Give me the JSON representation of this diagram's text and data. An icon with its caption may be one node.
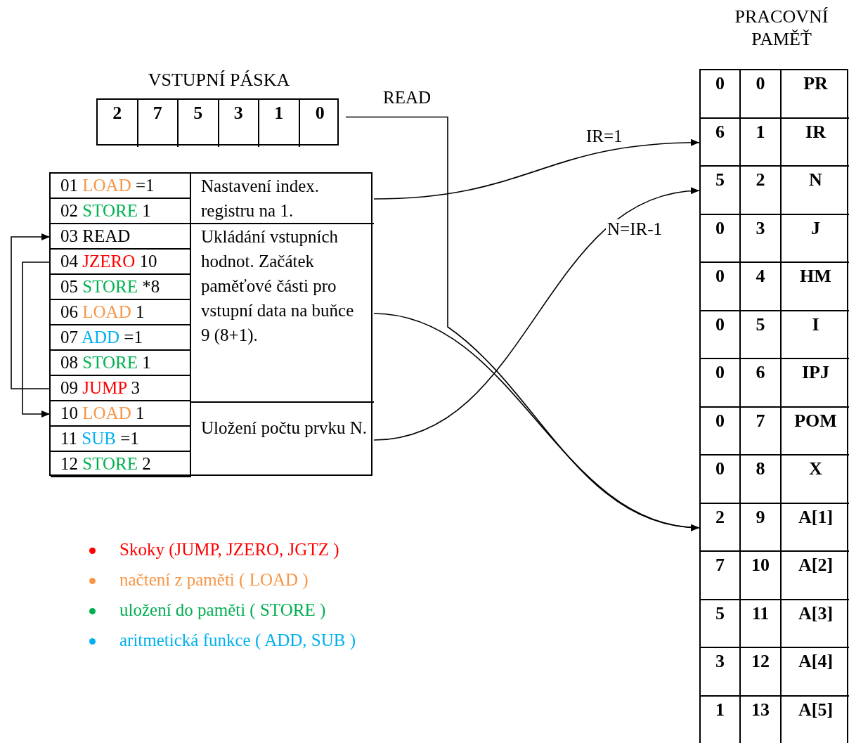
{
  "diagram": {
    "nodes": [
      {
        "text": [
          "PRACOVNÍ PAMĚŤ"
        ]
      },
      {
        "text": [
          "0",
          "0",
          "PR"
        ],
        "in": 0
      },
      {
        "text": [
          "6",
          "1",
          "IR"
        ],
        "in": 0
      },
      {
        "text": [
          "5",
          "2",
          "N"
        ],
        "in": 0
      },
      {
        "text": [
          "0",
          "3",
          "J"
        ],
        "in": 0
      },
      {
        "text": [
          "0",
          "4",
          "HM"
        ],
        "in": 0
      },
      {
        "text": [
          "0",
          "5",
          "I"
        ],
        "in": 0
      },
      {
        "text": [
          "0",
          "6",
          "IPJ"
        ],
        "in": 0
      },
      {
        "text": [
          "0",
          "7",
          "POM"
        ],
        "in": 0
      },
      {
        "text": [
          "0",
          "8",
          "X"
        ],
        "in": 0
      },
      {
        "text": [
          "2",
          "9",
          "A[1]"
        ],
        "in": 0
      },
      {
        "text": [
          "7",
          "10",
          "A[2]"
        ],
        "in": 0
      },
      {
        "text": [
          "5",
          "11",
          "A[3]"
        ],
        "in": 0
      },
      {
        "text": [
          "3",
          "12",
          "A[4]"
        ],
        "in": 0
      },
      {
        "text": [
          "1",
          "13",
          "A[5]"
        ],
        "in": 0
      },
      {
        "text": [
          "VSTUPNÍ PÁSKA"
        ]
      },
      {
        "text": [
          "2"
        ],
        "in": 15
      },
      {
        "text": [
          "7"
        ],
        "in": 15
      },
      {
        "text": [
          "5"
        ],
        "in": 15
      },
      {
        "text": [
          "3"
        ],
        "in": 15
      },
      {
        "text": [
          "1"
        ],
        "in": 15
      },
      {
        "text": [
          "0"
        ],
        "in": 15
      },
      {
        "text": [],
        "shape": "box"
      },
      {
        "text": [
          "01 LOAD =1"
        ],
        "in": 22
      },
      {
        "text": [
          "02 STORE 1"
        ],
        "in": 22
      },
      {
        "text": [
          "03 READ"
        ],
        "in": 22
      },
      {
        "text": [
          "04 JZERO 10"
        ],
        "in": 22
      },
      {
        "text": [
          "05 STORE *8"
        ],
        "in": 22
      },
      {
        "text": [
          "06 LOAD 1"
        ],
        "in": 22
      },
      {
        "text": [
          "07 ADD =1"
        ],
        "in": 22
      },
      {
        "text": [
          "08 STORE 1"
        ],
        "in": 22
      },
      {
        "text": [
          "09 JUMP 3"
        ],
        "in": 22
      },
      {
        "text": [
          "10 LOAD 1"
        ],
        "in": 22
      },
      {
        "text": [
          "11 SUB =1"
        ],
        "in": 22
      },
      {
        "text": [
          "12 STORE 2"
        ],
        "in": 22
      },
      {
        "text": [
          "Nastavení index. registru na 1."
        ],
        "in": 22
      },
      {
        "text": [
          "Ukládání vstupních hodnot. Začátek paměťové části pro vstupní data na buňce 9 (8+1)."
        ],
        "in": 22
      },
      {
        "text": [
          "Uložení počtu prvku N."
        ],
        "in": 22
      }
    ],
    "edges": [
      {
        "from": 35,
        "to": 2,
        "arrow": "to",
        "label": "IR=1"
      },
      {
        "from": 37,
        "to": 3,
        "arrow": "to",
        "label": "N=IR-1"
      },
      {
        "from": 36,
        "to": 10,
        "arrow": "to"
      },
      {
        "from": 15,
        "to": 10,
        "arrow": "to",
        "label": "READ"
      },
      {
        "from": 31,
        "to": 25,
        "arrow": "to"
      },
      {
        "from": 26,
        "to": 32,
        "arrow": "to"
      }
    ],
    "legend": [
      {
        "text": "Skoky (JUMP, JZERO, JGTZ )",
        "color": "#ff0000"
      },
      {
        "text": "načtení z paměti ( LOAD )",
        "color": "#f79646"
      },
      {
        "text": "uložení do paměti ( STORE )",
        "color": "#00b050"
      },
      {
        "text": "aritmetická funkce ( ADD, SUB )",
        "color": "#00b0f0"
      }
    ]
  }
}
